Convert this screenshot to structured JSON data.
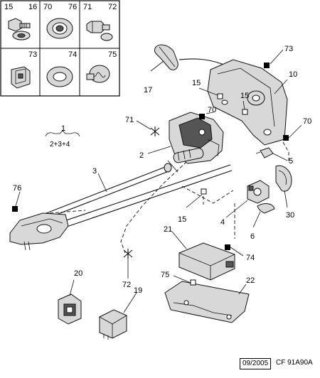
{
  "inset": {
    "cells": [
      {
        "left": "15",
        "right": "16"
      },
      {
        "left": "70",
        "right": "76"
      },
      {
        "left": "71",
        "right": "72"
      },
      {
        "left": "",
        "right": "73"
      },
      {
        "left": "",
        "right": "74"
      },
      {
        "left": "",
        "right": "75"
      }
    ]
  },
  "labels": {
    "l1": "1",
    "l1_sub": "2+3+4",
    "l2": "2",
    "l3": "3",
    "l4": "4",
    "l5": "5",
    "l6": "6",
    "l10": "10",
    "l15a": "15",
    "l15b": "15",
    "l15c": "15",
    "l17": "17",
    "l19": "19",
    "l20": "20",
    "l21": "21",
    "l22": "22",
    "l30": "30",
    "l70a": "70",
    "l70b": "70",
    "l71": "71",
    "l72": "72",
    "l73": "73",
    "l74": "74",
    "l75": "75",
    "l76": "76"
  },
  "footer": {
    "date": "09/2005",
    "ref": "CF 91A90A"
  }
}
